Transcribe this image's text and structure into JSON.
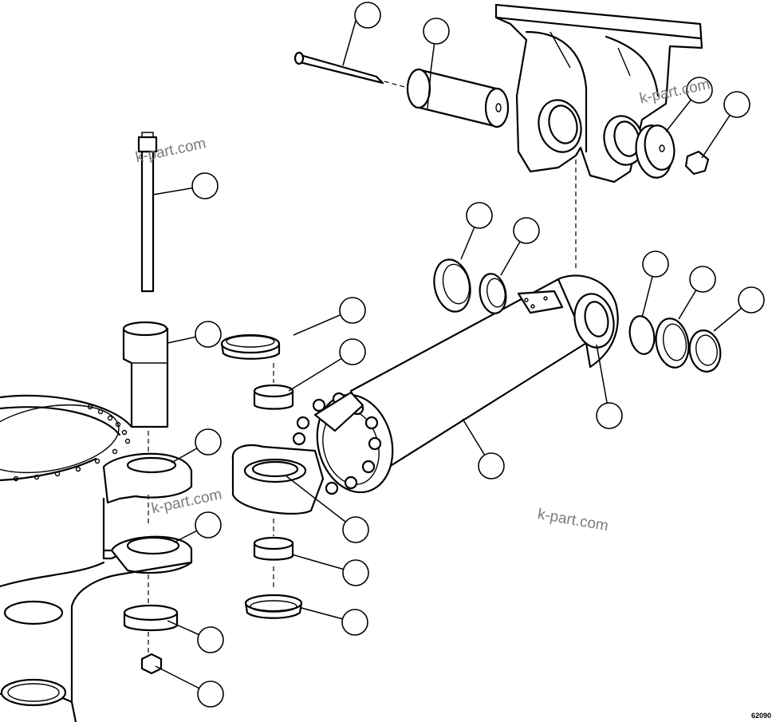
{
  "watermarks": [
    "k-part.com",
    "k-part.com",
    "k-part.com",
    "k-part.com"
  ],
  "drawing_number": "62090",
  "callout_count": 22
}
